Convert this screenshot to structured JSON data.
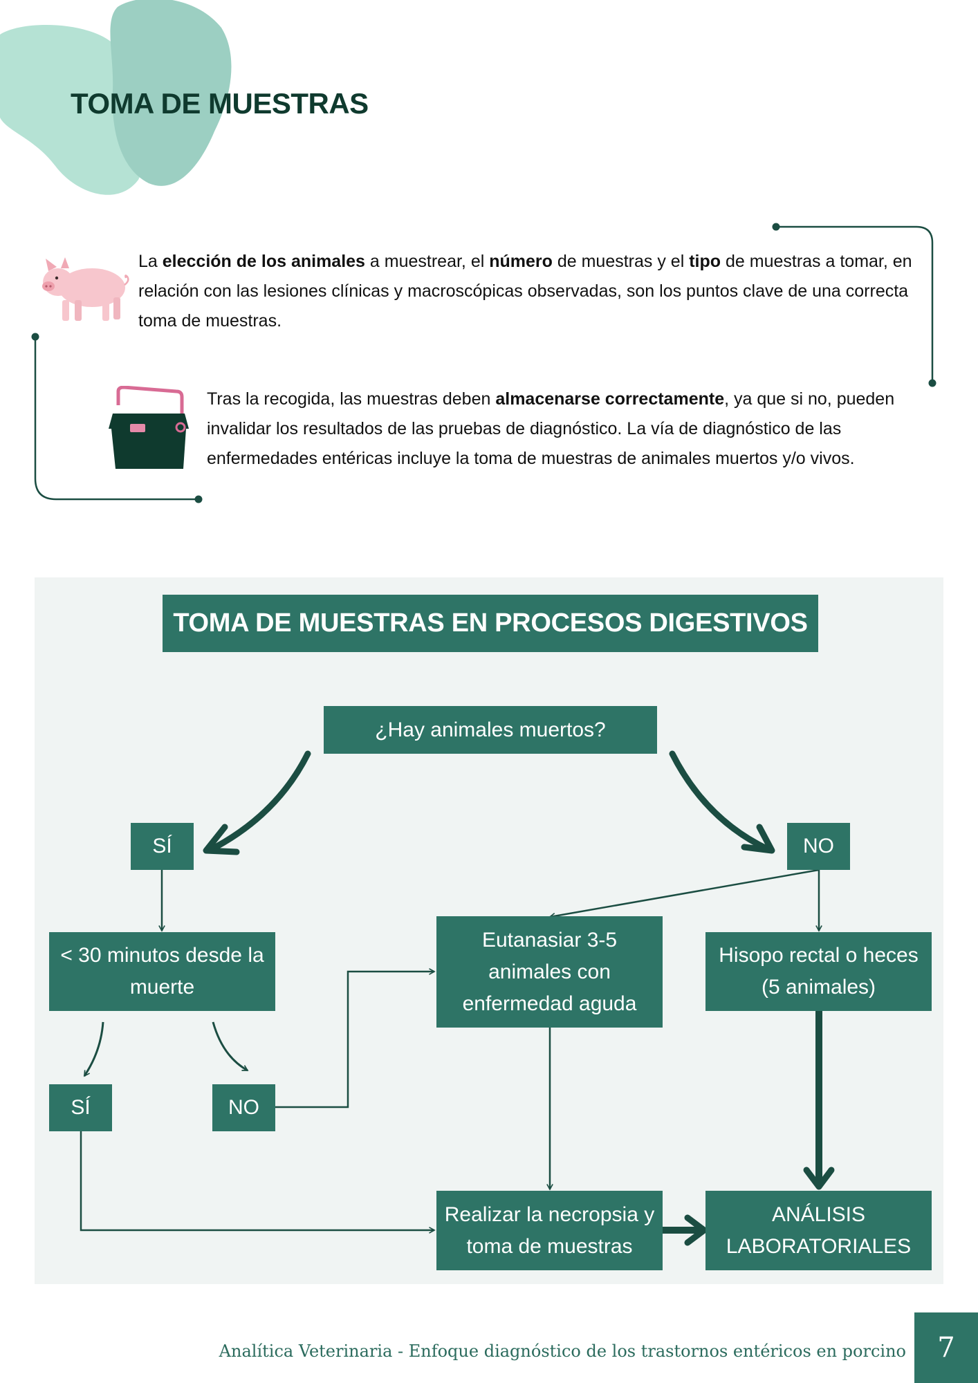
{
  "page": {
    "title": "TOMA DE MUESTRAS"
  },
  "intro": {
    "p1": [
      {
        "t": "La ",
        "b": false
      },
      {
        "t": "elección de los animales",
        "b": true
      },
      {
        "t": " a muestrear, el ",
        "b": false
      },
      {
        "t": "número",
        "b": true
      },
      {
        "t": " de muestras y el ",
        "b": false
      },
      {
        "t": "tipo",
        "b": true
      },
      {
        "t": " de muestras a tomar, en relación con las lesiones clínicas y macroscópicas observadas, son los puntos clave de una correcta toma de muestras.",
        "b": false
      }
    ],
    "p2": [
      {
        "t": "Tras la recogida, las muestras deben ",
        "b": false
      },
      {
        "t": "almacenarse correctamente",
        "b": true
      },
      {
        "t": ", ya que si no, pueden invalidar los resultados de las pruebas de diagnóstico. La vía de diagnóstico de las enfermedades entéricas incluye la toma de muestras de animales muertos y/o vivos.",
        "b": false
      }
    ],
    "icons": [
      "pig-icon",
      "cooler-box-icon"
    ]
  },
  "flowchart": {
    "title": "TOMA DE MUESTRAS EN PROCESOS DIGESTIVOS",
    "nodes": {
      "question": "¿Hay animales muertos?",
      "si": "SÍ",
      "no": "NO",
      "thirty_l1": "< 30  minutos desde la",
      "thirty_l2": "muerte",
      "euth_l1": "Eutanasiar 3-5",
      "euth_l2": "animales con",
      "euth_l3": "enfermedad aguda",
      "swab_l1": "Hisopo rectal o heces",
      "swab_l2": "(5 animales)",
      "si2": "SÍ",
      "no2": "NO",
      "necro_l1": "Realizar la necropsia y",
      "necro_l2": "toma de muestras",
      "lab_l1": "ANÁLISIS",
      "lab_l2": "LABORATORIALES"
    }
  },
  "footer": {
    "text": "Analítica Veterinaria - Enfoque diagnóstico de los trastornos entéricos en porcino",
    "page_number": "7"
  },
  "colors": {
    "primary": "#2e7466",
    "dark": "#1b4d42",
    "title": "#0f3a2e",
    "panel": "#f0f4f3",
    "blob_light": "#b5e2d4",
    "blob_mid": "#9ccfc2"
  }
}
